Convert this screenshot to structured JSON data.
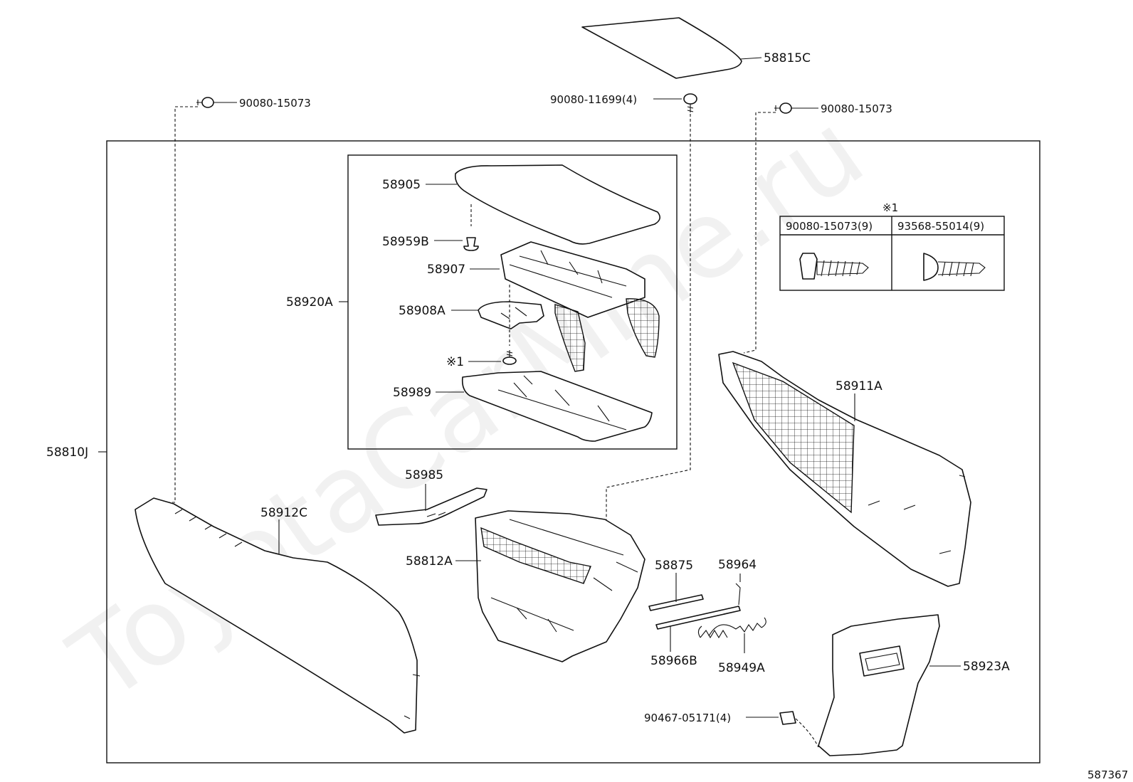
{
  "watermark": "ToyotaCarMine.ru",
  "diagram_number": "587367",
  "assembly_labels": {
    "main_assembly": "58810J",
    "sub_assembly": "58920A"
  },
  "parts": {
    "p58815C": "58815C",
    "p58905": "58905",
    "p58959B": "58959B",
    "p58907": "58907",
    "p58908A": "58908A",
    "p58989": "58989",
    "p58985": "58985",
    "p58912C": "58912C",
    "p58812A": "58812A",
    "p58875": "58875",
    "p58964": "58964",
    "p58966B": "58966B",
    "p58949A": "58949A",
    "p58911A": "58911A",
    "p58923A": "58923A"
  },
  "fasteners": {
    "bolt_left": "90080-15073",
    "bolt_center": "90080-11699(4)",
    "bolt_right": "90080-15073",
    "clip_bottom": "90467-05171(4)",
    "ref_mark": "※1"
  },
  "legend": {
    "mark": "※1",
    "col1": "90080-15073(9)",
    "col2": "93568-55014(9)"
  }
}
